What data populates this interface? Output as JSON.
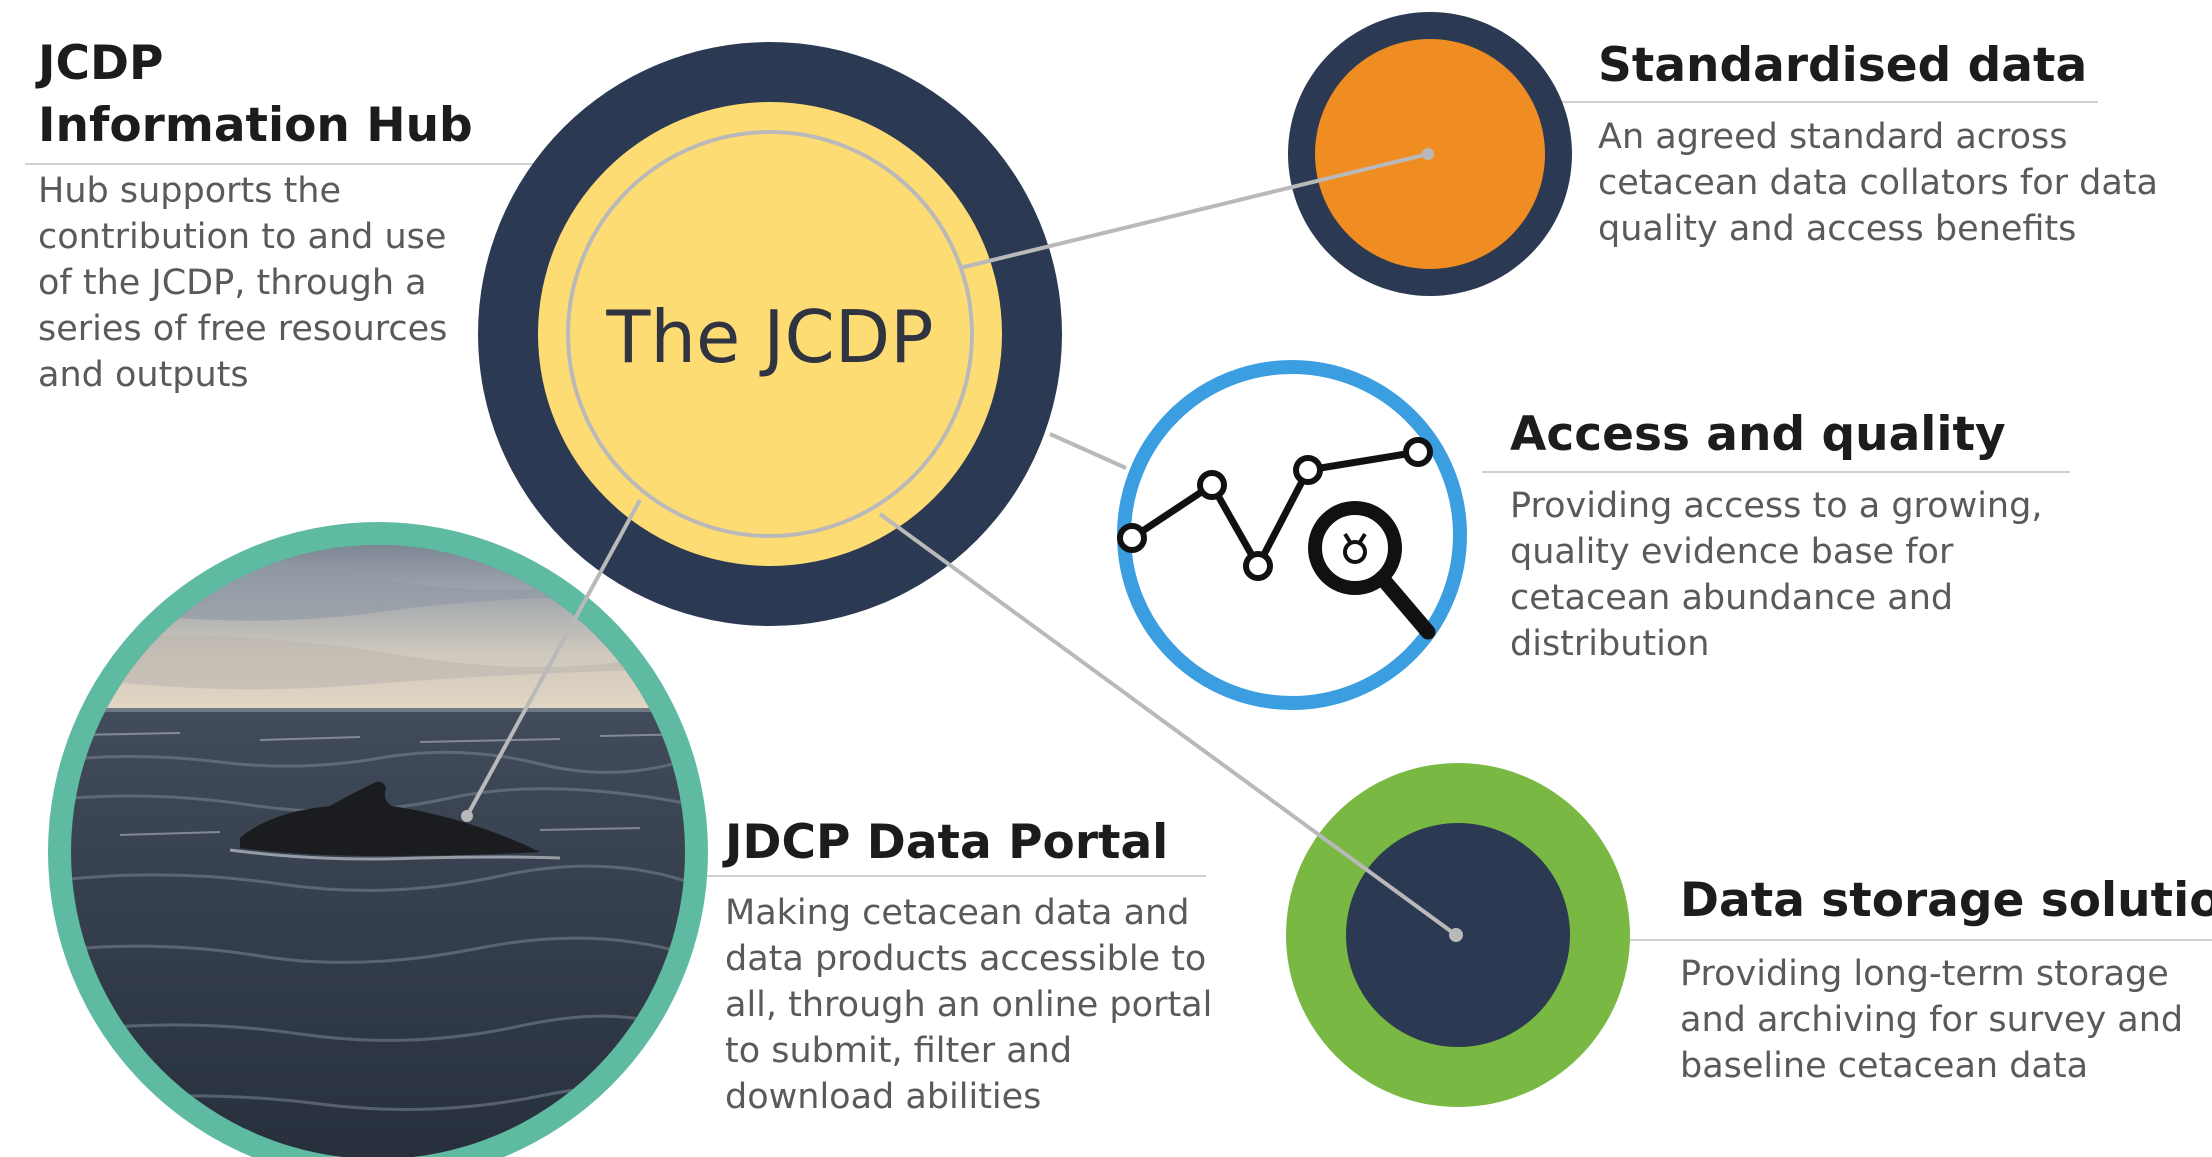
{
  "center": {
    "label": "The JCDP"
  },
  "hub": {
    "title": "JCDP\nInformation Hub",
    "description": "Hub supports the\ncontribution to and use\nof the JCDP, through a\nseries of free resources\nand outputs"
  },
  "standardised": {
    "title": "Standardised data",
    "description": "An agreed standard across\ncetacean data collators for data\nquality and access  benefits"
  },
  "access": {
    "title": "Access and quality",
    "description": "Providing access to a growing,\nquality evidence base for\ncetacean abundance and\ndistribution"
  },
  "portal": {
    "title": "JDCP Data Portal",
    "description": "Making cetacean data and\ndata products accessible to\nall, through  an online portal\nto submit, filter and\ndownload abilities"
  },
  "storage": {
    "title": "Data storage solution",
    "description": "Providing long-term storage\nand archiving for survey and\nbaseline cetacean data"
  },
  "colors": {
    "navy": "#2b3a52",
    "yellow": "#fddc74",
    "orange": "#ef8c22",
    "blue": "#3a9ee0",
    "green": "#79b842",
    "teal": "#5fbaa2",
    "connector": "#b9b9b9"
  },
  "icons": {
    "photo": "whale-photo",
    "access": "line-chart-magnifier-icon"
  }
}
